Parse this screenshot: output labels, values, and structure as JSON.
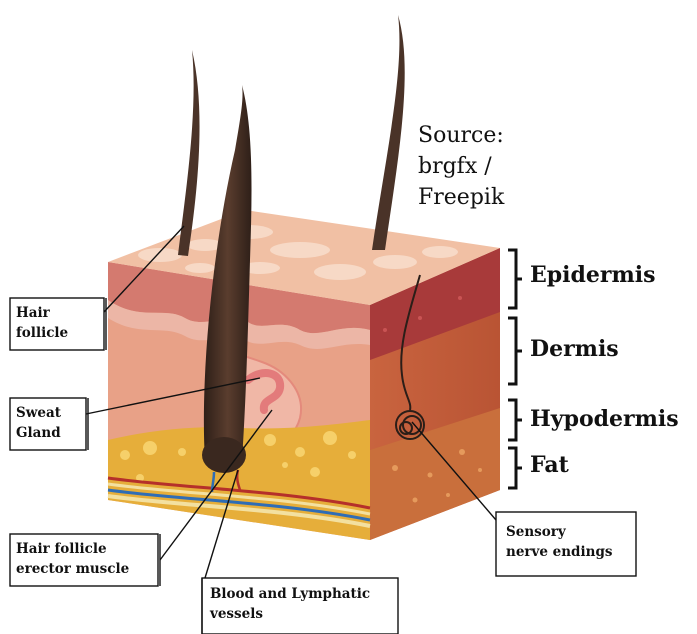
{
  "source": {
    "line1": "Source:",
    "line2": "brgfx /",
    "line3": "Freepik"
  },
  "layers": {
    "epidermis": "Epidermis",
    "dermis": "Dermis",
    "hypodermis": "Hypodermis",
    "fat": "Fat"
  },
  "labels": {
    "hair_follicle": {
      "line1": "Hair",
      "line2": "follicle"
    },
    "sweat_gland": {
      "line1": "Sweat",
      "line2": "Gland"
    },
    "erector_muscle": {
      "line1": "Hair follicle",
      "line2": "erector muscle"
    },
    "blood_vessels": {
      "line1": "Blood and Lymphatic",
      "line2": "vessels"
    },
    "sensory_nerve": {
      "line1": "Sensory",
      "line2": "nerve endings"
    }
  },
  "colors": {
    "hair": "#4a3328",
    "top_surface": "#f2c4a8",
    "epidermis_band": "#d98a78",
    "dermis": "#e9a68a",
    "fat": "#e8b43c",
    "side_face": "#c6623f",
    "artery": "#c0392b",
    "vein": "#2f6db5"
  }
}
